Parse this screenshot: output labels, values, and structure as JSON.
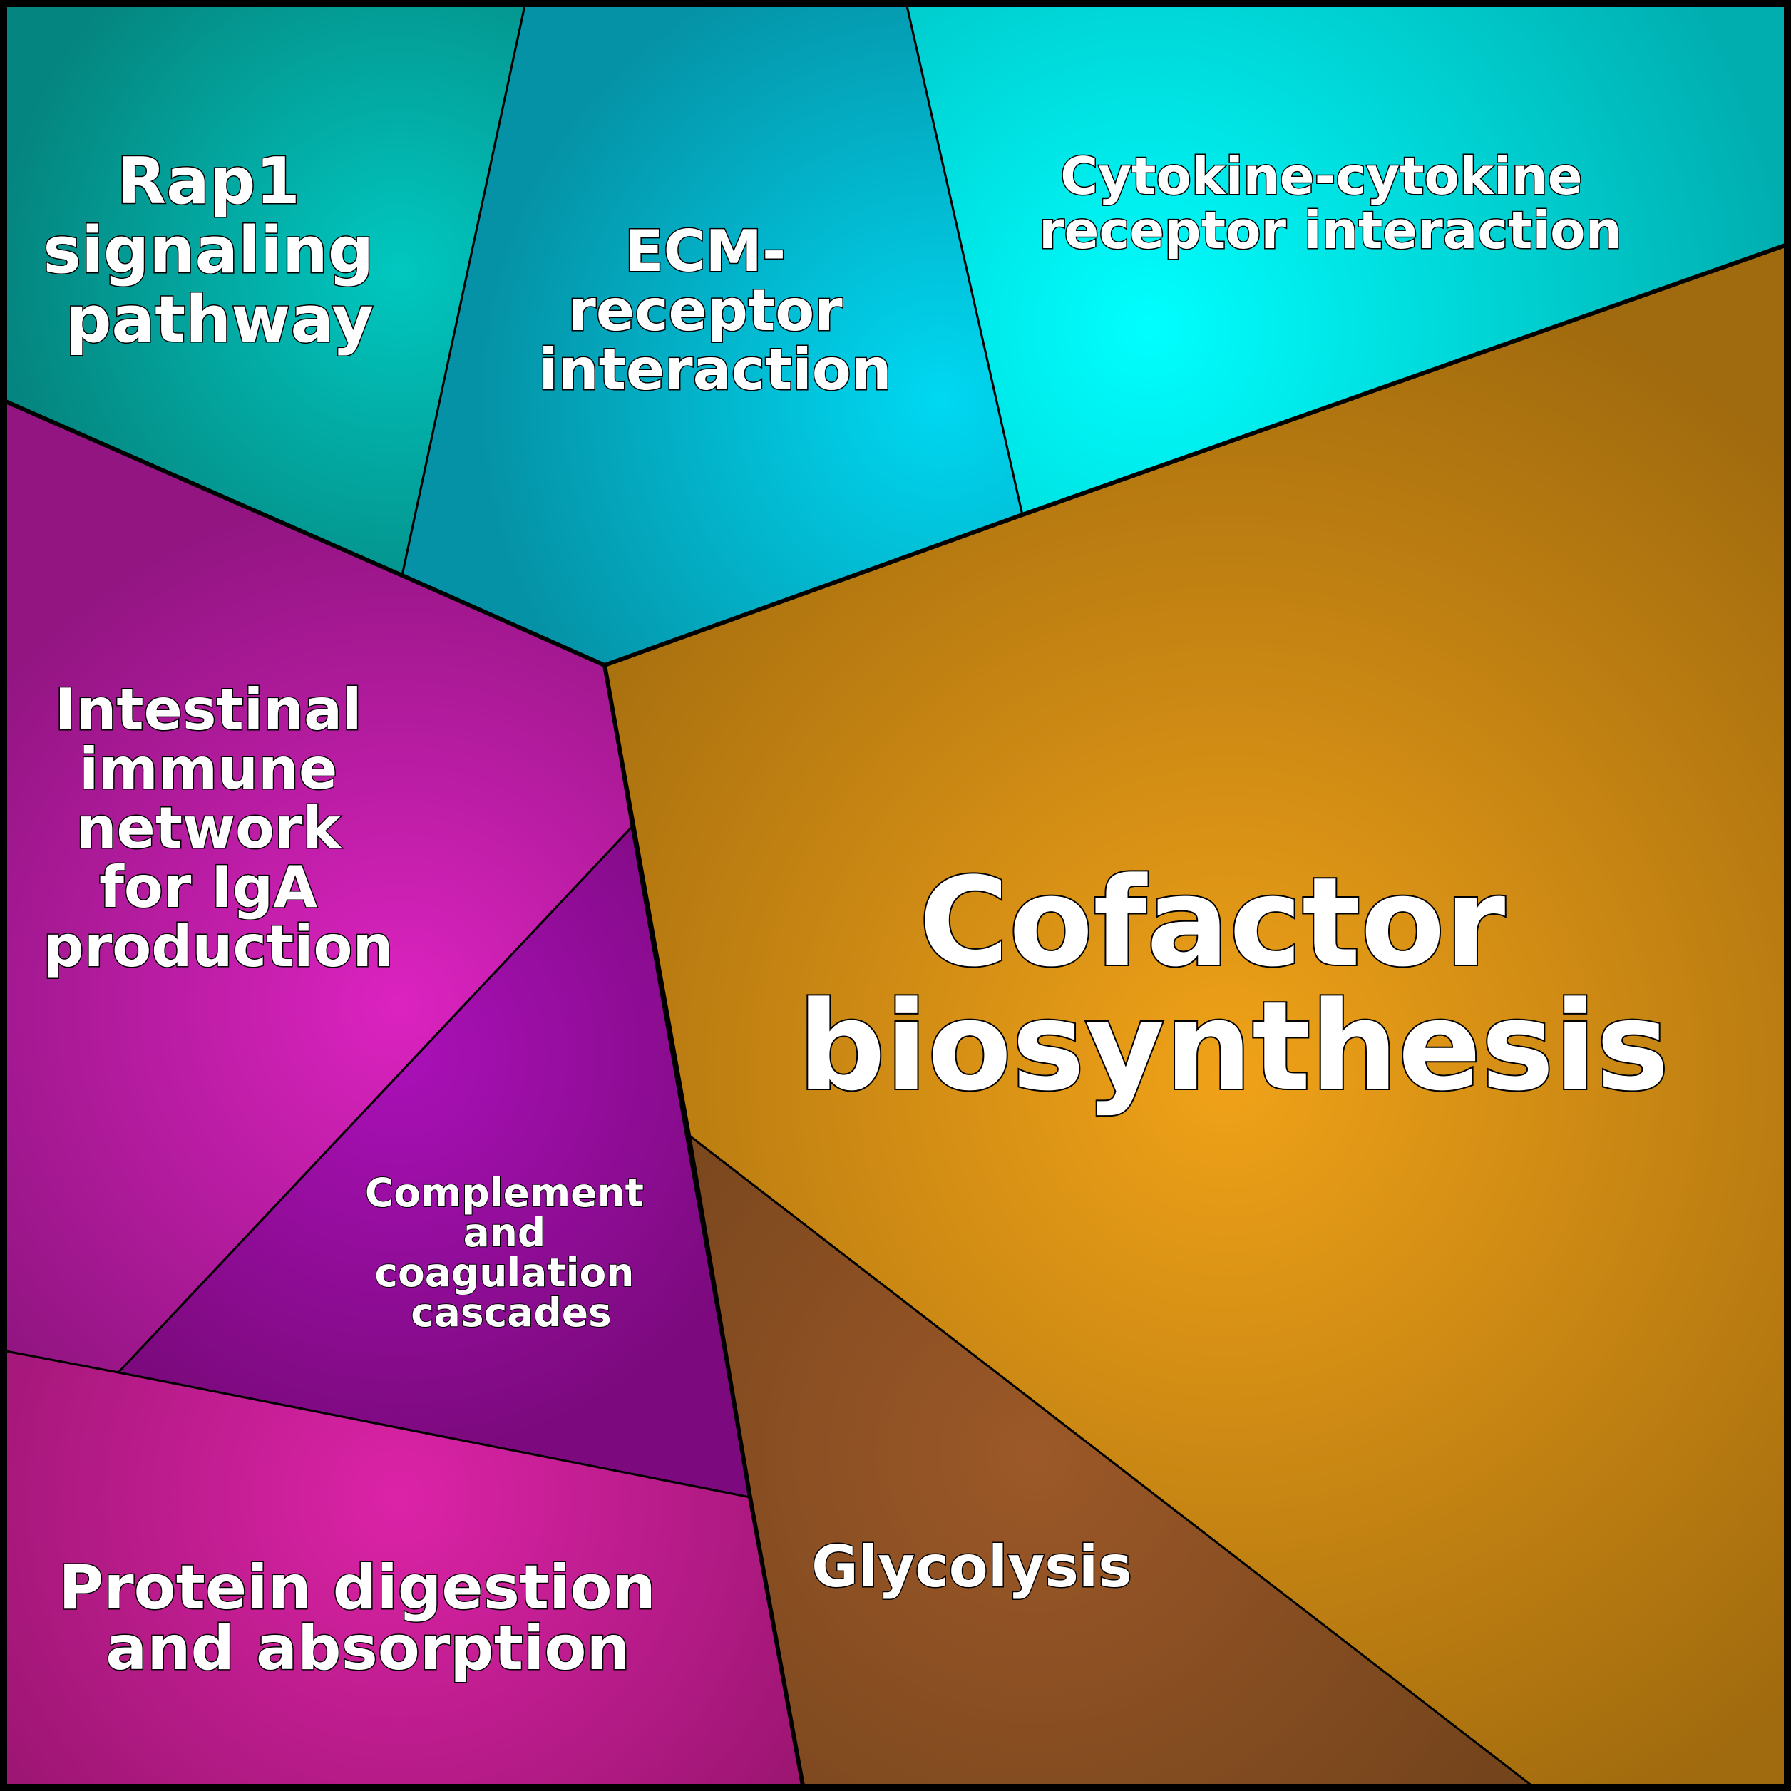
{
  "cells": [
    {
      "id": "rap1",
      "lines": [
        "Rap1",
        "signaling",
        "pathway"
      ],
      "center_color": "#00c8c0",
      "edge_color": "#05857f"
    },
    {
      "id": "ecm",
      "lines": [
        "ECM-",
        "receptor",
        "interaction"
      ],
      "center_color": "#00d8f2",
      "edge_color": "#0592a6"
    },
    {
      "id": "cytokine",
      "lines": [
        "Cytokine-cytokine",
        "receptor interaction"
      ],
      "center_color": "#00ffff",
      "edge_color": "#00aeb0"
    },
    {
      "id": "intestinal",
      "lines": [
        "Intestinal",
        "immune",
        "network",
        "for IgA",
        "production"
      ],
      "center_color": "#dc23c0",
      "edge_color": "#921582"
    },
    {
      "id": "complement",
      "lines": [
        "Complement",
        "and",
        "coagulation",
        "cascades"
      ],
      "center_color": "#aa10b8",
      "edge_color": "#7c0a7e"
    },
    {
      "id": "protein",
      "lines": [
        "Protein digestion",
        "and absorption"
      ],
      "center_color": "#dc23a8",
      "edge_color": "#9a1570"
    },
    {
      "id": "glycolysis",
      "lines": [
        "Glycolysis"
      ],
      "center_color": "#9c5828",
      "edge_color": "#74441c"
    },
    {
      "id": "cofactor",
      "lines": [
        "Cofactor",
        "biosynthesis"
      ],
      "center_color": "#f0a218",
      "edge_color": "#a06a0e"
    }
  ]
}
